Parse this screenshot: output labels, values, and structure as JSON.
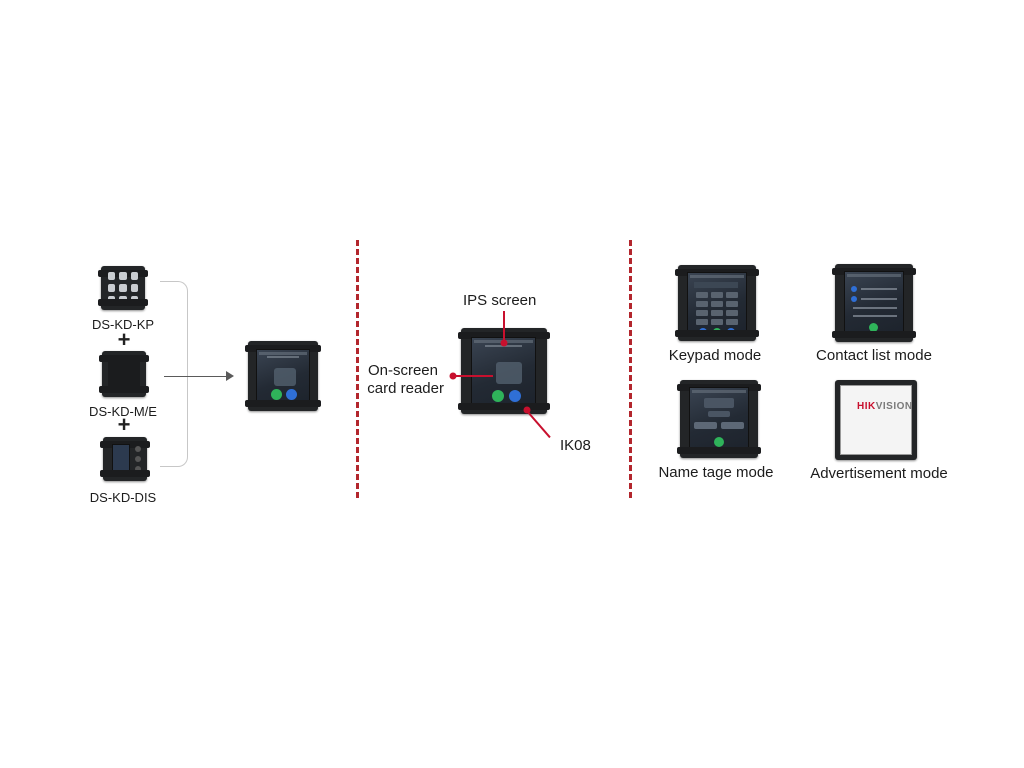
{
  "left_panel": {
    "modules": [
      {
        "label": "DS-KD-KP"
      },
      {
        "label": "DS-KD-M/E"
      },
      {
        "label": "DS-KD-DIS"
      }
    ],
    "plus_symbol": "+"
  },
  "middle_panel": {
    "callouts": {
      "ips_screen": "IPS screen",
      "card_reader_line1": "On-screen",
      "card_reader_line2": "card reader",
      "ik08": "IK08"
    }
  },
  "right_panel": {
    "modes": [
      {
        "label": "Keypad mode"
      },
      {
        "label": "Contact list mode"
      },
      {
        "label": "Name tage mode"
      },
      {
        "label": "Advertisement mode"
      }
    ],
    "logo": {
      "part1": "HIK",
      "part2": "VISION"
    }
  },
  "colors": {
    "accent_red": "#c8102e",
    "divider": "#b3262d",
    "device_body": "#232527"
  }
}
